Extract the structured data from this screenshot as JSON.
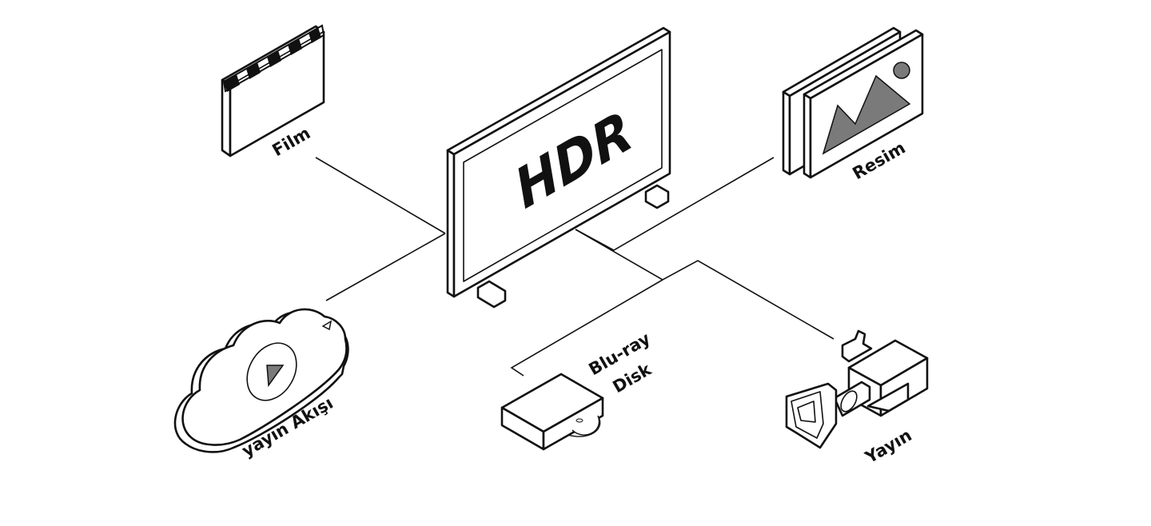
{
  "center": {
    "label": "HDR",
    "name": "TV"
  },
  "sources": {
    "film": {
      "label": "Film"
    },
    "picture": {
      "label": "Resim"
    },
    "streaming": {
      "label": "yayın Akışı"
    },
    "bluray": {
      "label_line1": "Blu-ray",
      "label_line2": "Disk"
    },
    "broadcast": {
      "label": "Yayın"
    }
  },
  "colors": {
    "stroke": "#111111",
    "fill_gray": "#7a7a7a",
    "background": "#ffffff"
  },
  "icons": [
    "clapperboard-icon",
    "tv-icon",
    "picture-icon",
    "cloud-play-icon",
    "bluray-player-icon",
    "broadcast-camera-icon"
  ]
}
